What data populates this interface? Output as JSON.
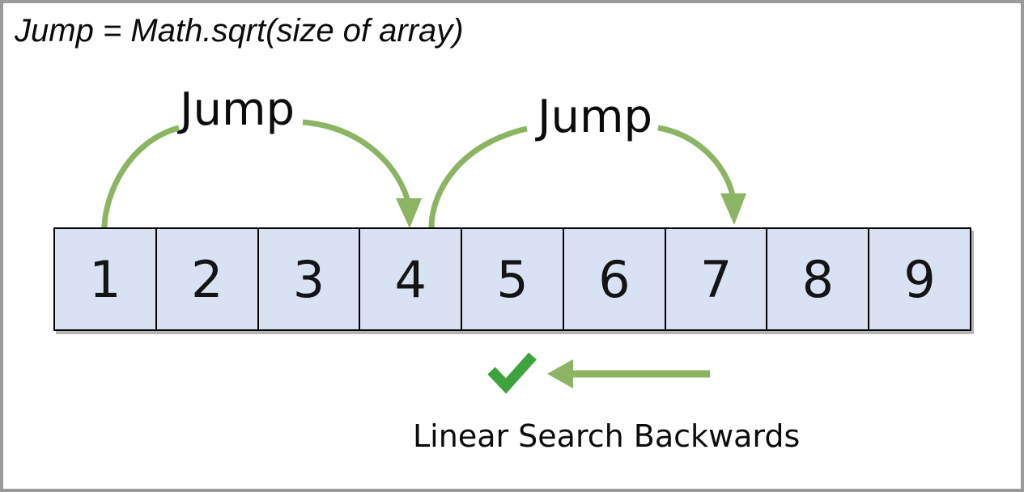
{
  "diagram": {
    "title": "Jump = Math.sqrt(size of array)",
    "jump_arcs": [
      {
        "label": "Jump",
        "from_cell": "1",
        "to_cell": "4"
      },
      {
        "label": "Jump",
        "from_cell": "4",
        "to_cell": "7"
      }
    ],
    "array_cells": [
      "1",
      "2",
      "3",
      "4",
      "5",
      "6",
      "7",
      "8",
      "9"
    ],
    "caption": "Linear Search Backwards"
  },
  "icons": {
    "checkmark": "✓",
    "left_arrow": "←",
    "down_arrowhead": "▼"
  },
  "colors": {
    "arrow-green": "#8bb563",
    "check-green": "#3ea33e",
    "cell-fill": "#d9e2f3",
    "cell-border": "#000000",
    "text-black": "#0b0b0b",
    "frame-gray": "#9a9a9a",
    "page-bg": "#ffffff"
  }
}
